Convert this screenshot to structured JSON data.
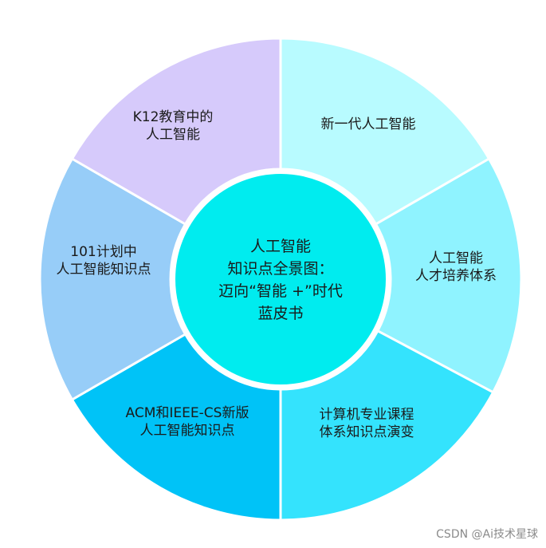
{
  "center": {
    "lines": [
      "人工智能",
      "知识点全景图：",
      "迈向“智能 +”时代",
      "蓝皮书"
    ],
    "color": "#00ECEF"
  },
  "segments": [
    {
      "id": "new-gen-ai",
      "lines": [
        "新一代人工智能"
      ],
      "color": "#B8FBFF"
    },
    {
      "id": "ai-talent-system",
      "lines": [
        "人工智能",
        "人才培养体系"
      ],
      "color": "#8FF3FF"
    },
    {
      "id": "cs-curriculum-evolution",
      "lines": [
        "计算机专业课程",
        "体系知识点演变"
      ],
      "color": "#34E3FD"
    },
    {
      "id": "acm-ieee-cs",
      "lines": [
        "ACM和IEEE-CS新版",
        "人工智能知识点"
      ],
      "color": "#00C3F7"
    },
    {
      "id": "101-plan",
      "lines": [
        "101计划中",
        "人工智能知识点"
      ],
      "color": "#97CDF8"
    },
    {
      "id": "k12-ai",
      "lines": [
        "K12教育中的",
        "人工智能"
      ],
      "color": "#D6CAFB"
    }
  ],
  "watermark": "CSDN @Ai技术星球"
}
